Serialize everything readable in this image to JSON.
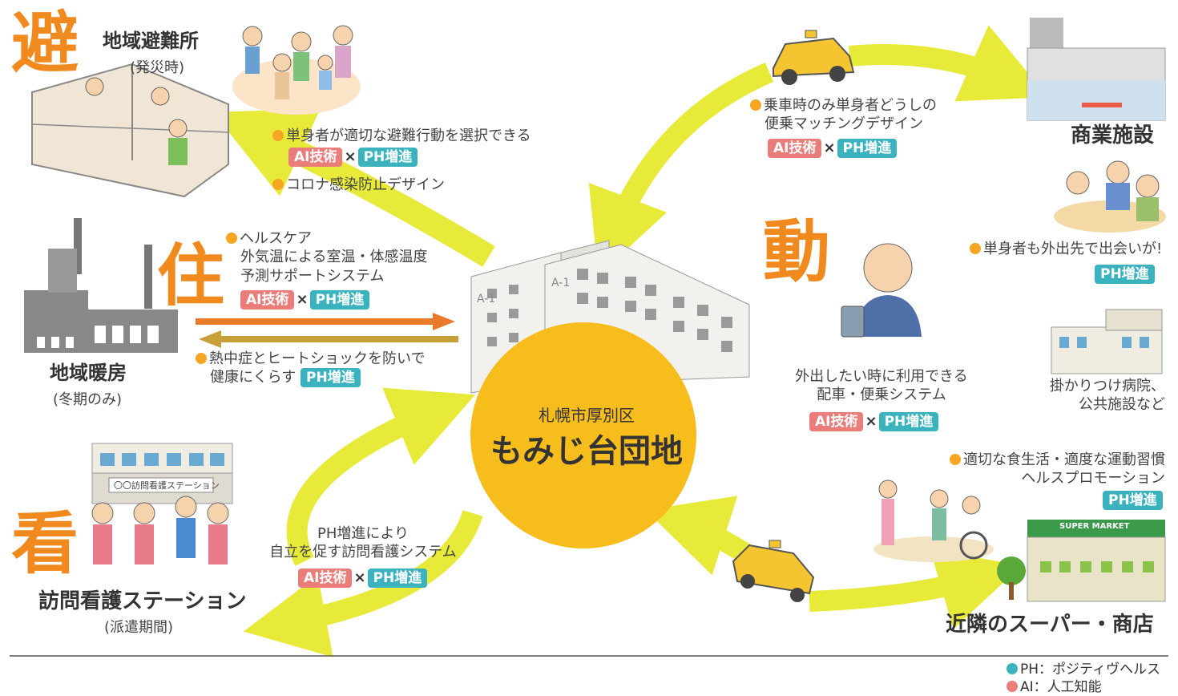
{
  "center": {
    "district": "札幌市厚別区",
    "name": "もみじ台団地"
  },
  "evac": {
    "kanji": "避",
    "title": "地域避難所",
    "subtitle": "(発災時)",
    "item1": "単身者が適切な避難行動を選択できる",
    "item2": "コロナ感染防止デザイン",
    "tag_ai": "AI技術",
    "tag_ph": "PH増進",
    "times": "×"
  },
  "live": {
    "kanji": "住",
    "title": "地域暖房",
    "subtitle": "(冬期のみ)",
    "item1_lines": [
      "ヘルスケア",
      "外気温による室温・体感温度",
      "予測サポートシステム"
    ],
    "item2_lines": [
      "熱中症とヒートショックを防いで",
      "健康にくらす"
    ],
    "tag_ai": "AI技術",
    "tag_ph": "PH増進",
    "tag_ph2": "PH増進",
    "times": "×"
  },
  "move": {
    "kanji": "動",
    "ride_lines": [
      "乗車時のみ単身者どうしの",
      "便乗マッチングデザイン"
    ],
    "dispatch_lines": [
      "外出したい時に利用できる",
      "配車・便乗システム"
    ],
    "commercial": "商業施設",
    "meet": "単身者も外出先で出会いが!",
    "hospital_lines": [
      "掛かりつけ病院、",
      "公共施設など"
    ],
    "health_lines": [
      "適切な食生活・適度な運動習慣",
      "ヘルスプロモーション"
    ],
    "super": "近隣のスーパー・商店",
    "supermarket_sign": "SUPER MARKET",
    "tag_ai": "AI技術",
    "tag_ph": "PH増進",
    "times": "×"
  },
  "care": {
    "kanji": "看",
    "title": "訪問看護ステーション",
    "subtitle": "(派遣期間)",
    "sign": "〇〇訪問看護ステーション",
    "desc_lines": [
      "PH増進により",
      "自立を促す訪問看護システム"
    ],
    "tag_ai": "AI技術",
    "tag_ph": "PH増進",
    "times": "×"
  },
  "building_label": "A-1",
  "legend": [
    {
      "text": "PH：ポジティヴヘルス",
      "color": "#3ab3bf"
    },
    {
      "text": "AI：人工知能",
      "color": "#ea7d7a"
    }
  ]
}
